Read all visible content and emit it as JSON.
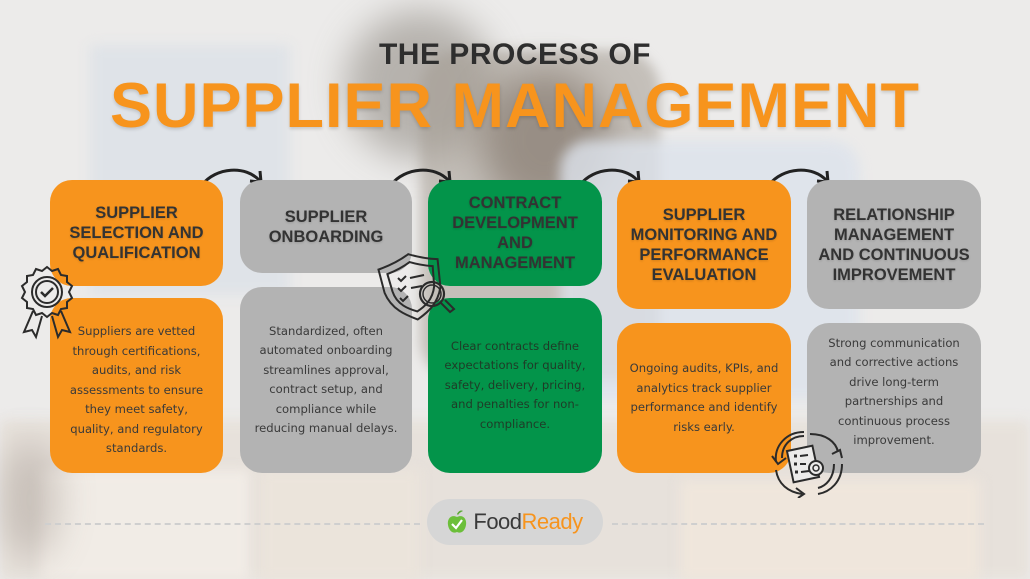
{
  "title": {
    "line1": "THE PROCESS OF",
    "line2": "SUPPLIER MANAGEMENT"
  },
  "colors": {
    "orange": "#f7941d",
    "gray": "#b3b3b3",
    "green": "#03944a",
    "dark_text": "#333333"
  },
  "steps": [
    {
      "heading": "SUPPLIER SELECTION AND QUALIFICATION",
      "description": "Suppliers are vetted through certifications, audits, and risk assessments to ensure they meet safety, quality, and regulatory standards.",
      "color": "orange",
      "icon": "award-badge-icon"
    },
    {
      "heading": "SUPPLIER ONBOARDING",
      "description": "Standardized, often automated onboarding streamlines approval, contract setup, and compliance while reducing manual delays.",
      "color": "gray"
    },
    {
      "heading": "CONTRACT DEVELOPMENT AND MANAGEMENT",
      "description": "Clear contracts define expectations for quality, safety, delivery, pricing, and penalties for non-compliance.",
      "color": "green",
      "icon": "shield-checklist-magnifier-icon"
    },
    {
      "heading": "SUPPLIER MONITORING AND PERFORMANCE EVALUATION",
      "description": "Ongoing audits, KPIs, and analytics track supplier performance and identify risks early.",
      "color": "orange"
    },
    {
      "heading": "RELATIONSHIP MANAGEMENT AND CONTINUOUS IMPROVEMENT",
      "description": "Strong communication and corrective actions drive long-term partnerships and continuous process improvement.",
      "color": "gray",
      "icon": "cycle-document-gear-icon"
    }
  ],
  "logo": {
    "part1": "Food",
    "part2": "Ready",
    "icon": "apple-check-icon"
  }
}
